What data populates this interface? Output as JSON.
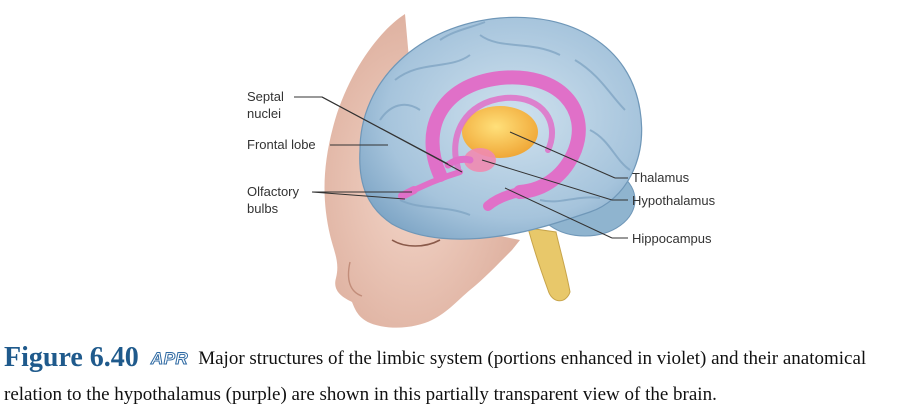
{
  "labels": {
    "septal_line1": "Septal",
    "septal_line2": "nuclei",
    "frontal": "Frontal lobe",
    "olfactory_line1": "Olfactory",
    "olfactory_line2": "bulbs",
    "thalamus": "Thalamus",
    "hypothalamus": "Hypothalamus",
    "hippocampus": "Hippocampus"
  },
  "caption": {
    "figure_number": "Figure 6.40",
    "badge": "APR",
    "text": "Major structures of the limbic system (portions enhanced in violet) and their anatomical relation to the hypothalamus (purple) are shown in this partially transparent view of the brain."
  },
  "colors": {
    "brain": "#a9c7de",
    "limbic": "#e070c8",
    "thalamus": "#f5c24a",
    "hypothalamus": "#f08ab0",
    "skin": "#e8c0b0",
    "brainstem": "#e8c86a",
    "figure_number": "#1f5a8c"
  }
}
